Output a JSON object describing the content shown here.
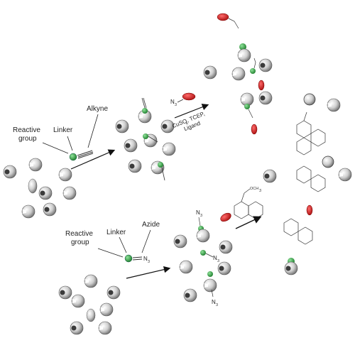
{
  "top_panel": {
    "label_reactive": [
      "Reactive",
      "group"
    ],
    "label_linker": "Linker",
    "label_alkyne": "Alkyne",
    "reagent_prefix": "N",
    "reagent_sub": "3",
    "conditions": [
      "CuSO",
      "4",
      ", TCEP,",
      "Ligand"
    ]
  },
  "bottom_panel": {
    "label_reactive": [
      "Reactive",
      "group"
    ],
    "label_linker": "Linker",
    "label_azide": "Azide",
    "probe_n": "N",
    "probe_sub": "3",
    "ester": "OCH",
    "ester_sub": "3"
  },
  "colors": {
    "linker_green": "#2e9d3f",
    "tag_red": "#d21f1f",
    "sphere_grey": "#a9a9a9"
  }
}
